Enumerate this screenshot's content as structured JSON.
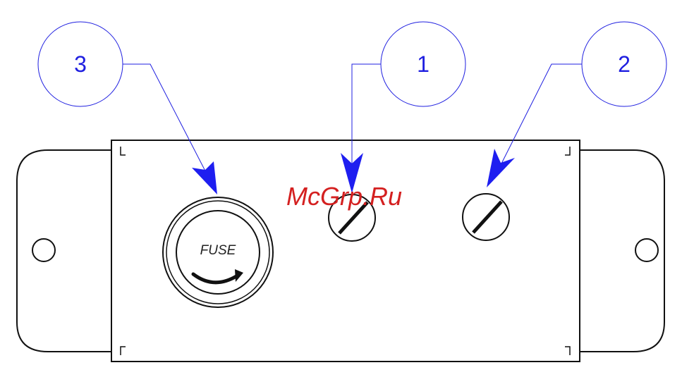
{
  "callouts": [
    {
      "id": "3",
      "label": "3",
      "target": "fuse-holder"
    },
    {
      "id": "1",
      "label": "1",
      "target": "screw-1"
    },
    {
      "id": "2",
      "label": "2",
      "target": "screw-2"
    }
  ],
  "fuse": {
    "label": "FUSE"
  },
  "watermark": {
    "text": "McGrp.Ru"
  },
  "colors": {
    "outline": "#111111",
    "callout": "#1f1fe0",
    "arrow": "#1e1ef0",
    "watermark": "#d42020",
    "background": "#ffffff"
  }
}
